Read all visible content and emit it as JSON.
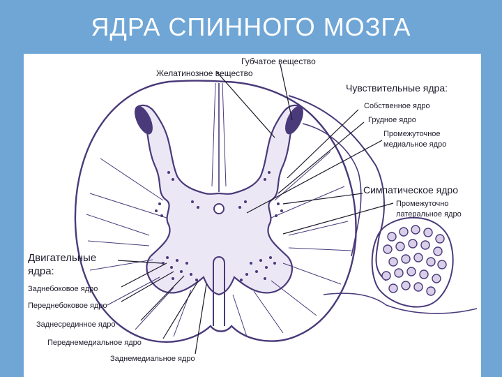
{
  "slide": {
    "title": "ЯДРА СПИННОГО МОЗГА",
    "background_color": "#6fa6d6",
    "figure_background": "#ffffff",
    "ink_color": "#4a3a7a"
  },
  "diagram": {
    "top_labels": {
      "spongy": "Губчатое вещество",
      "gelatinous": "Желатинозное вещество"
    },
    "sensory": {
      "header": "Чувствительные ядра:",
      "items": [
        "Собственное ядро",
        "Грудное ядро",
        "Промежуточное",
        "медиальное ядро"
      ]
    },
    "sympathetic": {
      "header": "Симпатическое  ядро",
      "items": [
        "Промежуточно",
        "латеральное ядро"
      ]
    },
    "motor": {
      "header_line1": "Двигательные",
      "header_line2": "ядра:",
      "items": [
        "Заднебоковое ядро",
        "Переднебоковое ядро",
        "Заднесрединное ядро",
        "Переднемедиальное ядро",
        "Заднемедиальное ядро"
      ]
    }
  }
}
